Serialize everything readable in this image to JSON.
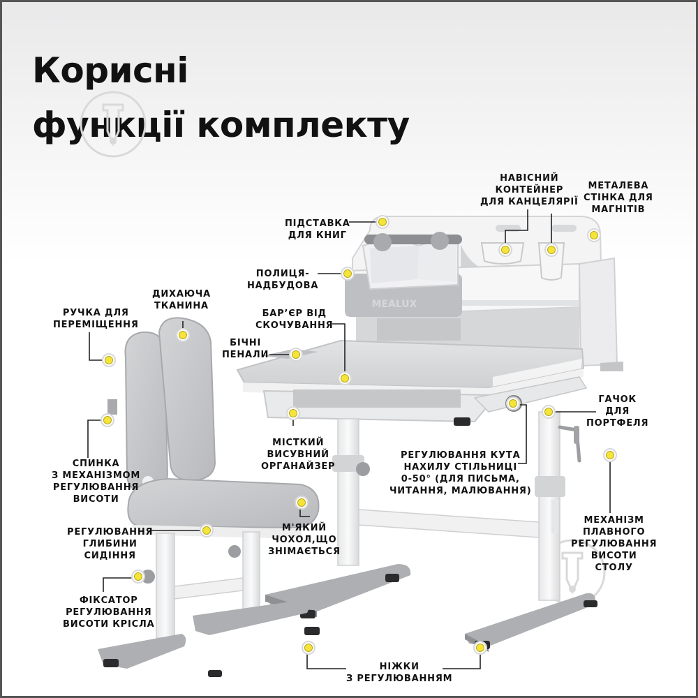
{
  "title": {
    "line1": "Корисні",
    "line2": "функції комплекту"
  },
  "colors": {
    "marker_fill": "#f5e43a",
    "marker_ring": "#d8d8d8",
    "leader_line": "#222222",
    "furniture_white": "#f4f4f5",
    "furniture_grey": "#c9cacc",
    "base_grey": "#a9aaad",
    "text": "#111111"
  },
  "brand": "MEALUX",
  "callouts": {
    "book_stand": "ПІДСТАВКА\nДЛЯ КНИГ",
    "hanging_container": "НАВІСНИЙ\nКОНТЕЙНЕР\nДЛЯ КАНЦЕЛЯРІЇ",
    "metal_wall": "МЕТАЛЕВА\nСТІНКА ДЛЯ\nМАГНІТІВ",
    "shelf": "ПОЛИЦЯ-\nНАДБУДОВА",
    "breathing_fabric": "ДИХАЮЧА\nТКАНИНА",
    "handle": "РУЧКА ДЛЯ\nПЕРЕМІЩЕННЯ",
    "roll_barrier": "БАР’ЄР ВІД\nСКОЧУВАННЯ",
    "side_pencil_cases": "БІЧНІ\nПЕНАЛИ",
    "drawer_organizer": "МІСТКИЙ\nВИСУВНИЙ\nОРГАНАЙЗЕР",
    "backpack_hook": "ГАЧОК\nДЛЯ\nПОРТФЕЛЯ",
    "tilt_adjustment": "РЕГУЛЮВАННЯ КУТА\nНАХИЛУ СТІЛЬНИЦІ\n0-50° (ДЛЯ ПИСЬМА,\nЧИТАННЯ, МАЛЮВАННЯ)",
    "backrest": "СПИНКА\nЗ МЕХАНІЗМОМ\nРЕГУЛЮВАННЯ\nВИСОТИ",
    "smooth_height": "МЕХАНІЗМ\nПЛАВНОГО\nРЕГУЛЮВАННЯ\nВИСОТИ\nСТОЛУ",
    "seat_depth": "РЕГУЛЮВАННЯ\nГЛИБИНИ\nСИДІННЯ",
    "soft_cover": "М'ЯКИЙ\nЧОХОЛ,ЩО\nЗНІМАЄТЬСЯ",
    "chair_lock": "ФІКСАТОР\nРЕГУЛЮВАННЯ\nВИСОТИ КРІСЛА",
    "adjustable_feet": "НІЖКИ\nЗ РЕГУЛЮВАННЯМ"
  },
  "watermark_icon": "hand-pen-circle-icon"
}
